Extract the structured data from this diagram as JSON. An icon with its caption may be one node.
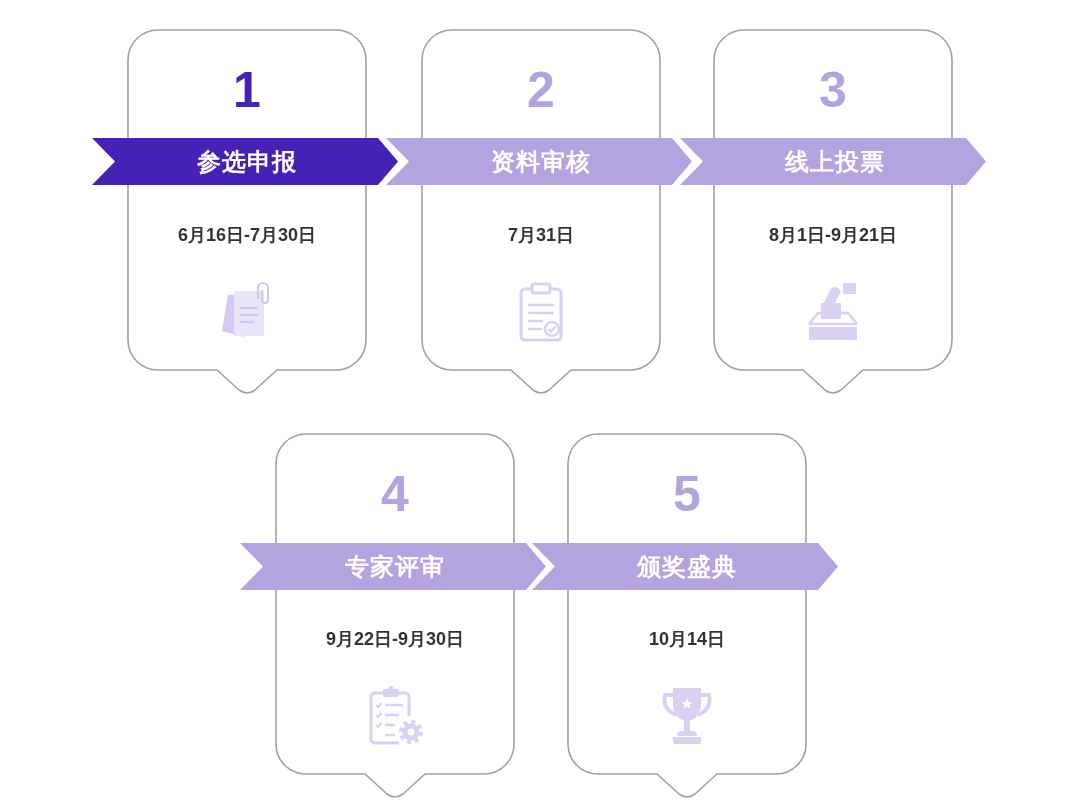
{
  "diagram": {
    "nodes": [
      {
        "text": [
          "1",
          "6月16日-7月30日"
        ]
      },
      {
        "text": [
          "参选申报"
        ]
      },
      {
        "text": [
          "2",
          "7月31日"
        ]
      },
      {
        "text": [
          "资料审核"
        ]
      },
      {
        "text": [
          "3",
          "8月1日-9月21日"
        ]
      },
      {
        "text": [
          "线上投票"
        ]
      },
      {
        "text": [
          "4",
          "9月22日-9月30日"
        ]
      },
      {
        "text": [
          "专家评审"
        ]
      },
      {
        "text": [
          "5",
          "10月14日"
        ]
      },
      {
        "text": [
          "颁奖盛典"
        ]
      }
    ]
  }
}
